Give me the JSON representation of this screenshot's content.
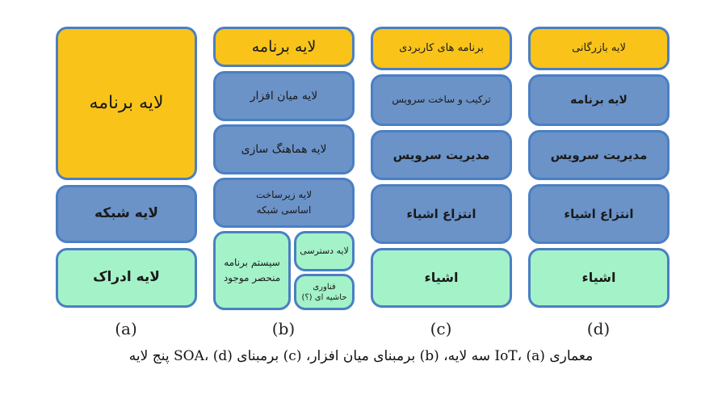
{
  "col_a": {
    "app_layer": "لایه برنامه",
    "network_layer": "لایه شبکه",
    "perception_layer": "لایه ادراک",
    "label": "(a)"
  },
  "col_b": {
    "app_layer": "لایه برنامه",
    "middleware_layer": "لایه میان افزار",
    "coordination_layer": "لایه هماهنگ سازی",
    "backbone_line1": "لایه زیرساخت",
    "backbone_line2": "اساسی شبکه",
    "existing_line1": "سیستم برنامه",
    "existing_line2": "منحصر موجود",
    "access_layer": "لایه دسترسی",
    "edge_line1": "فناوری",
    "edge_line2": "حاشیه ای (؟)",
    "label": "(b)"
  },
  "col_c": {
    "applications": "برنامه های کاربردی",
    "service_composition": "ترکیب و ساخت سرویس",
    "service_management": "مدیریت سرویس",
    "object_abstraction": "انتزاع اشیاء",
    "objects": "اشیاء",
    "label": "(c)"
  },
  "col_d": {
    "business_layer": "لایه بازرگانی",
    "app_layer": "لایه برنامه",
    "service_management": "مدیریت سرویس",
    "object_abstraction": "انتزاع اشیاء",
    "objects": "اشیاء",
    "label": "(d)"
  },
  "caption": "معماری IoT، (a) سه لایه، (b) برمبنای میان افزار، (c) برمبنای SOA، (d) پنج لایه",
  "colors": {
    "application": "#f9c31a",
    "middle": "#6b93c8",
    "things": "#a4f2c8",
    "border": "#4a7fc4"
  }
}
